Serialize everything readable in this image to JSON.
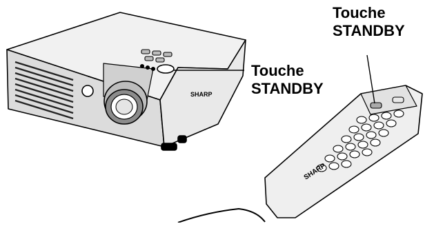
{
  "labels": {
    "projector_line1": "Touche",
    "projector_line2": "STANDBY",
    "remote_line1": "Touche",
    "remote_line2": "STANDBY"
  },
  "brand": {
    "projector_logo": "SHARP",
    "remote_logo": "SHARP"
  }
}
